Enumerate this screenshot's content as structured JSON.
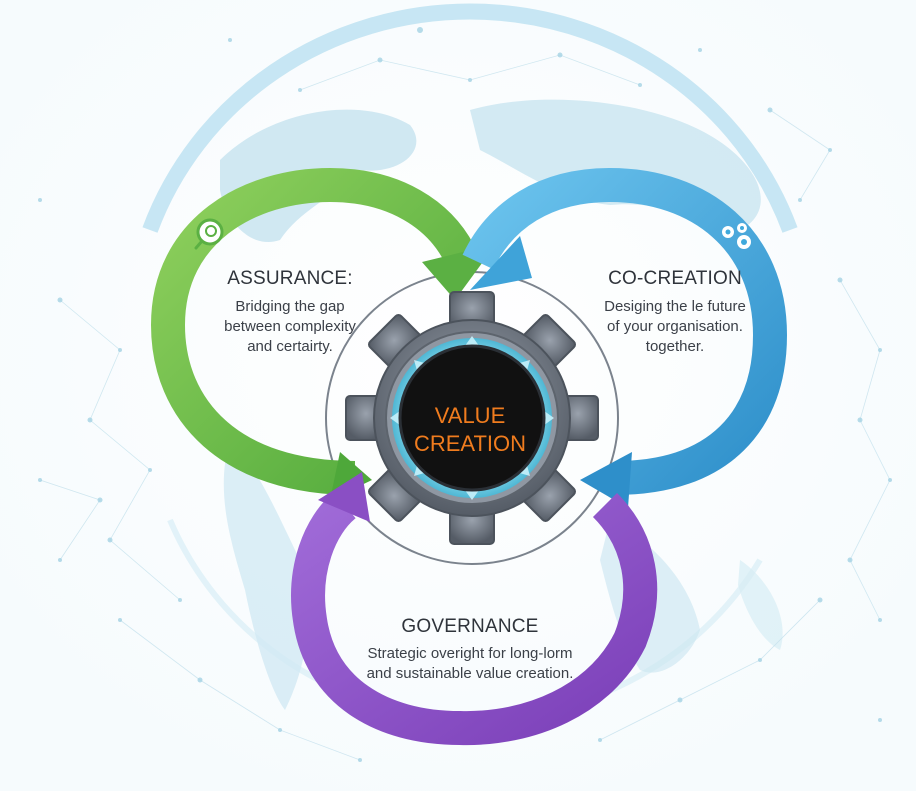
{
  "center": {
    "line1": "VALUE",
    "line2": "CREATION"
  },
  "assurance": {
    "title": "ASSURANCE:",
    "lines": [
      "Bridging the gap",
      "between complexity",
      "and certairty."
    ],
    "icon": "magnifier-icon",
    "color": "#6ab84a"
  },
  "cocreation": {
    "title": "CO-CREATION",
    "lines": [
      "Desiging the le future",
      "of your organisation.",
      "together."
    ],
    "icon": "gears-icon",
    "color": "#3fa9dc"
  },
  "governance": {
    "title": "GOVERNANCE",
    "lines": [
      "Strategic overight for long-lorm",
      "and sustainable value creation."
    ],
    "color": "#8a4fc4"
  },
  "colors": {
    "gear": "#6d7580",
    "center_disc": "#111111",
    "center_text": "#f07c1e",
    "map": "#b9dcea"
  }
}
